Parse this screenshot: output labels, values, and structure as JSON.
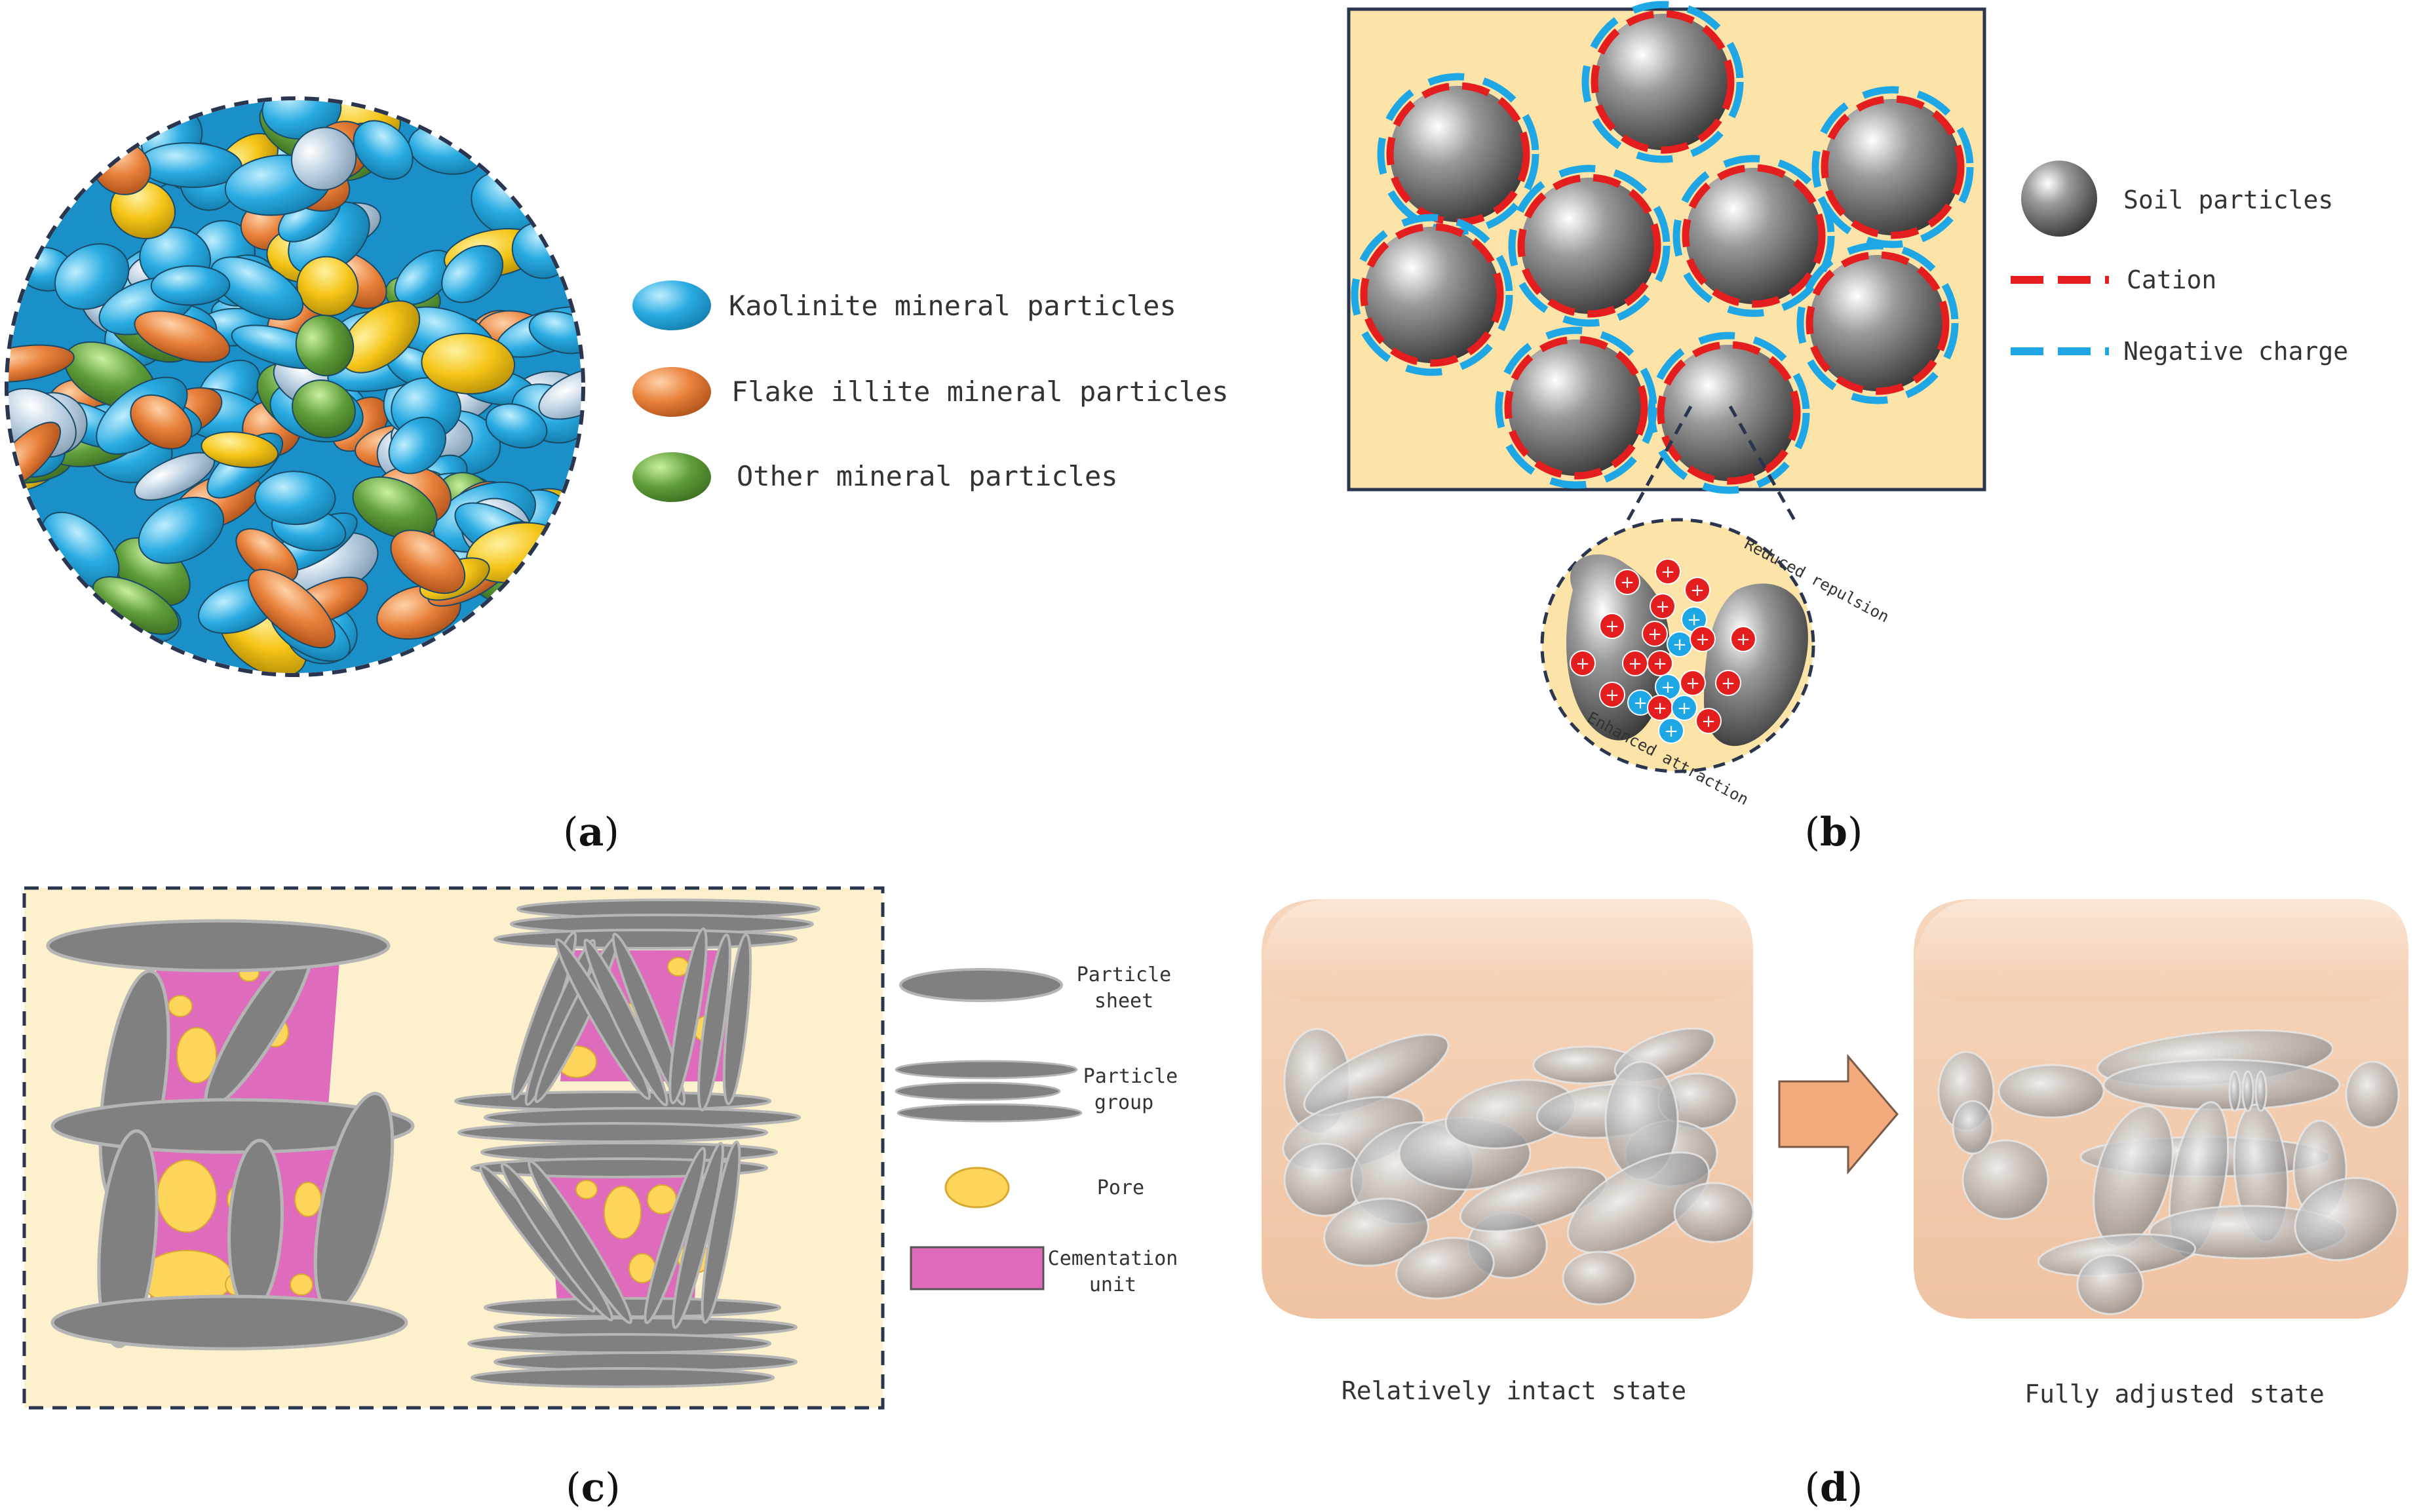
{
  "panel_a": {
    "legend": [
      {
        "label": "Kaolinite mineral particles",
        "color": "#29abe2"
      },
      {
        "label": "Flake illite mineral particles",
        "color": "#e8803a"
      },
      {
        "label": "Other mineral particles",
        "color": "#5f9e3a"
      }
    ],
    "caption_open": "(",
    "caption_letter": "a",
    "caption_close": ")"
  },
  "panel_b": {
    "legend": {
      "soil": "Soil particles",
      "cation": "Cation",
      "negative": "Negative charge"
    },
    "inset": {
      "top_note": "Reduced repulsion",
      "bottom_note": "Enhanced attraction",
      "plus": "+"
    },
    "colors": {
      "background": "#fce4a8",
      "cation": "#e41e1e",
      "negative": "#1ea7e4"
    },
    "caption_open": "(",
    "caption_letter": "b",
    "caption_close": ")"
  },
  "panel_c": {
    "legend": {
      "sheet_1": "Particle",
      "sheet_2": "sheet",
      "group_1": "Particle",
      "group_2": "group",
      "pore": "Pore",
      "cement_1": "Cementation",
      "cement_2": "unit"
    },
    "colors": {
      "background": "#fdf0cc",
      "particle": "#808080",
      "pore": "#fdd55a",
      "cement": "#df6bbd"
    },
    "caption_open": "(",
    "caption_letter": "c",
    "caption_close": ")"
  },
  "panel_d": {
    "left_label": "Relatively intact state",
    "right_label": "Fully adjusted state",
    "colors": {
      "cube": "#f4cfb0",
      "arrow": "#f2a97c"
    },
    "caption_open": "(",
    "caption_letter": "d",
    "caption_close": ")"
  }
}
